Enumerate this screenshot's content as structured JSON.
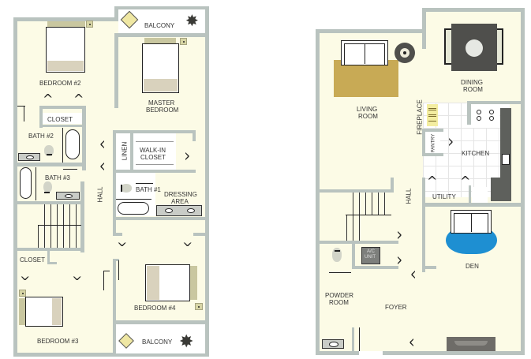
{
  "upper_floor": {
    "rooms": {
      "balcony_top": "BALCONY",
      "bedroom2": "BEDROOM #2",
      "master_bedroom_1": "MASTER",
      "master_bedroom_2": "BEDROOM",
      "closet_top": "CLOSET",
      "bath2": "BATH #2",
      "bath3": "BATH #3",
      "linen": "LINEN",
      "walkin_1": "WALK-IN",
      "walkin_2": "CLOSET",
      "hall": "HALL",
      "bath1": "BATH #1",
      "dressing_1": "DRESSING",
      "dressing_2": "AREA",
      "closet_bottom": "CLOSET",
      "bedroom3": "BEDROOM #3",
      "bedroom4": "BEDROOM #4",
      "balcony_bottom": "BALCONY"
    }
  },
  "lower_floor": {
    "rooms": {
      "living_1": "LIVING",
      "living_2": "ROOM",
      "dining_1": "DINING",
      "dining_2": "ROOM",
      "fireplace": "FIREPLACE",
      "pantry": "PANTRY",
      "kitchen": "KITCHEN",
      "utility": "UTILITY",
      "hall": "HALL",
      "ac_1": "A/C",
      "ac_2": "UNIT",
      "den": "DEN",
      "powder_1": "POWDER",
      "powder_2": "ROOM",
      "foyer": "FOYER"
    }
  },
  "colors": {
    "wall": "#b9c3bf",
    "floor": "#fcfbe6",
    "rug": "#c8aa55",
    "den_rug": "#1e8fd2",
    "dark_furniture": "#4f4f4c",
    "counter": "#5e605c"
  }
}
